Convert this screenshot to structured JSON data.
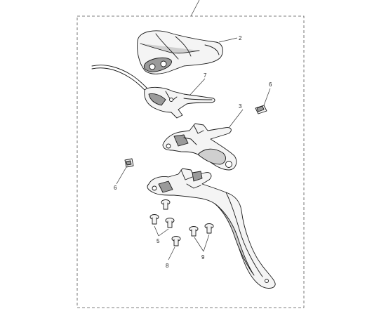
{
  "figure": {
    "callouts": {
      "n2": "2",
      "n7": "7",
      "n6a": "6",
      "n3": "3",
      "n6b": "6",
      "n5": "5",
      "n8": "8",
      "n9": "9"
    },
    "parts": [
      "cover",
      "brake-lever-with-cable",
      "bracket",
      "bolt",
      "mudguard-bracket",
      "screw",
      "screw",
      "screw"
    ],
    "line_color": "#1a1a1a",
    "frame_color": "#555555"
  }
}
